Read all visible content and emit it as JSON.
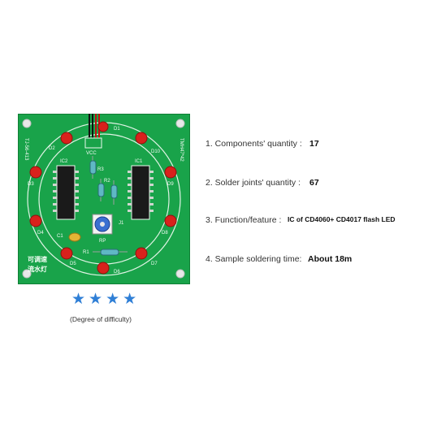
{
  "board": {
    "labels": {
      "d1": "D1",
      "d2": "D2",
      "d3": "D3",
      "d4": "D4",
      "d5": "D5",
      "d6": "D6",
      "d7": "D7",
      "d8": "D8",
      "d9": "D9",
      "d10": "D10",
      "ic1": "IC1",
      "ic2": "IC2",
      "vcc": "VCC",
      "r1": "R1",
      "r2": "R2",
      "r3": "R3",
      "rp": "RP",
      "c1": "C1",
      "j1": "J1",
      "left_edge": "TJ-56-413",
      "right_edge": "TMH47*42",
      "chinese_1": "可调速",
      "chinese_2": "流水灯"
    }
  },
  "specs": [
    {
      "label": "1. Components' quantity :",
      "value": "17"
    },
    {
      "label": "2. Solder joints' quantity :",
      "value": "67"
    },
    {
      "label": "3. Function/feature :",
      "value": "IC of CD4060+ CD4017 flash LED"
    },
    {
      "label": "4. Sample soldering time:",
      "value": "About 18m"
    }
  ],
  "difficulty": {
    "stars": "★★★★",
    "label": "(Degree of difficulty)"
  },
  "colors": {
    "pcb": "#1aa64b",
    "led": "#d8211c",
    "star": "#2f7fd6"
  }
}
